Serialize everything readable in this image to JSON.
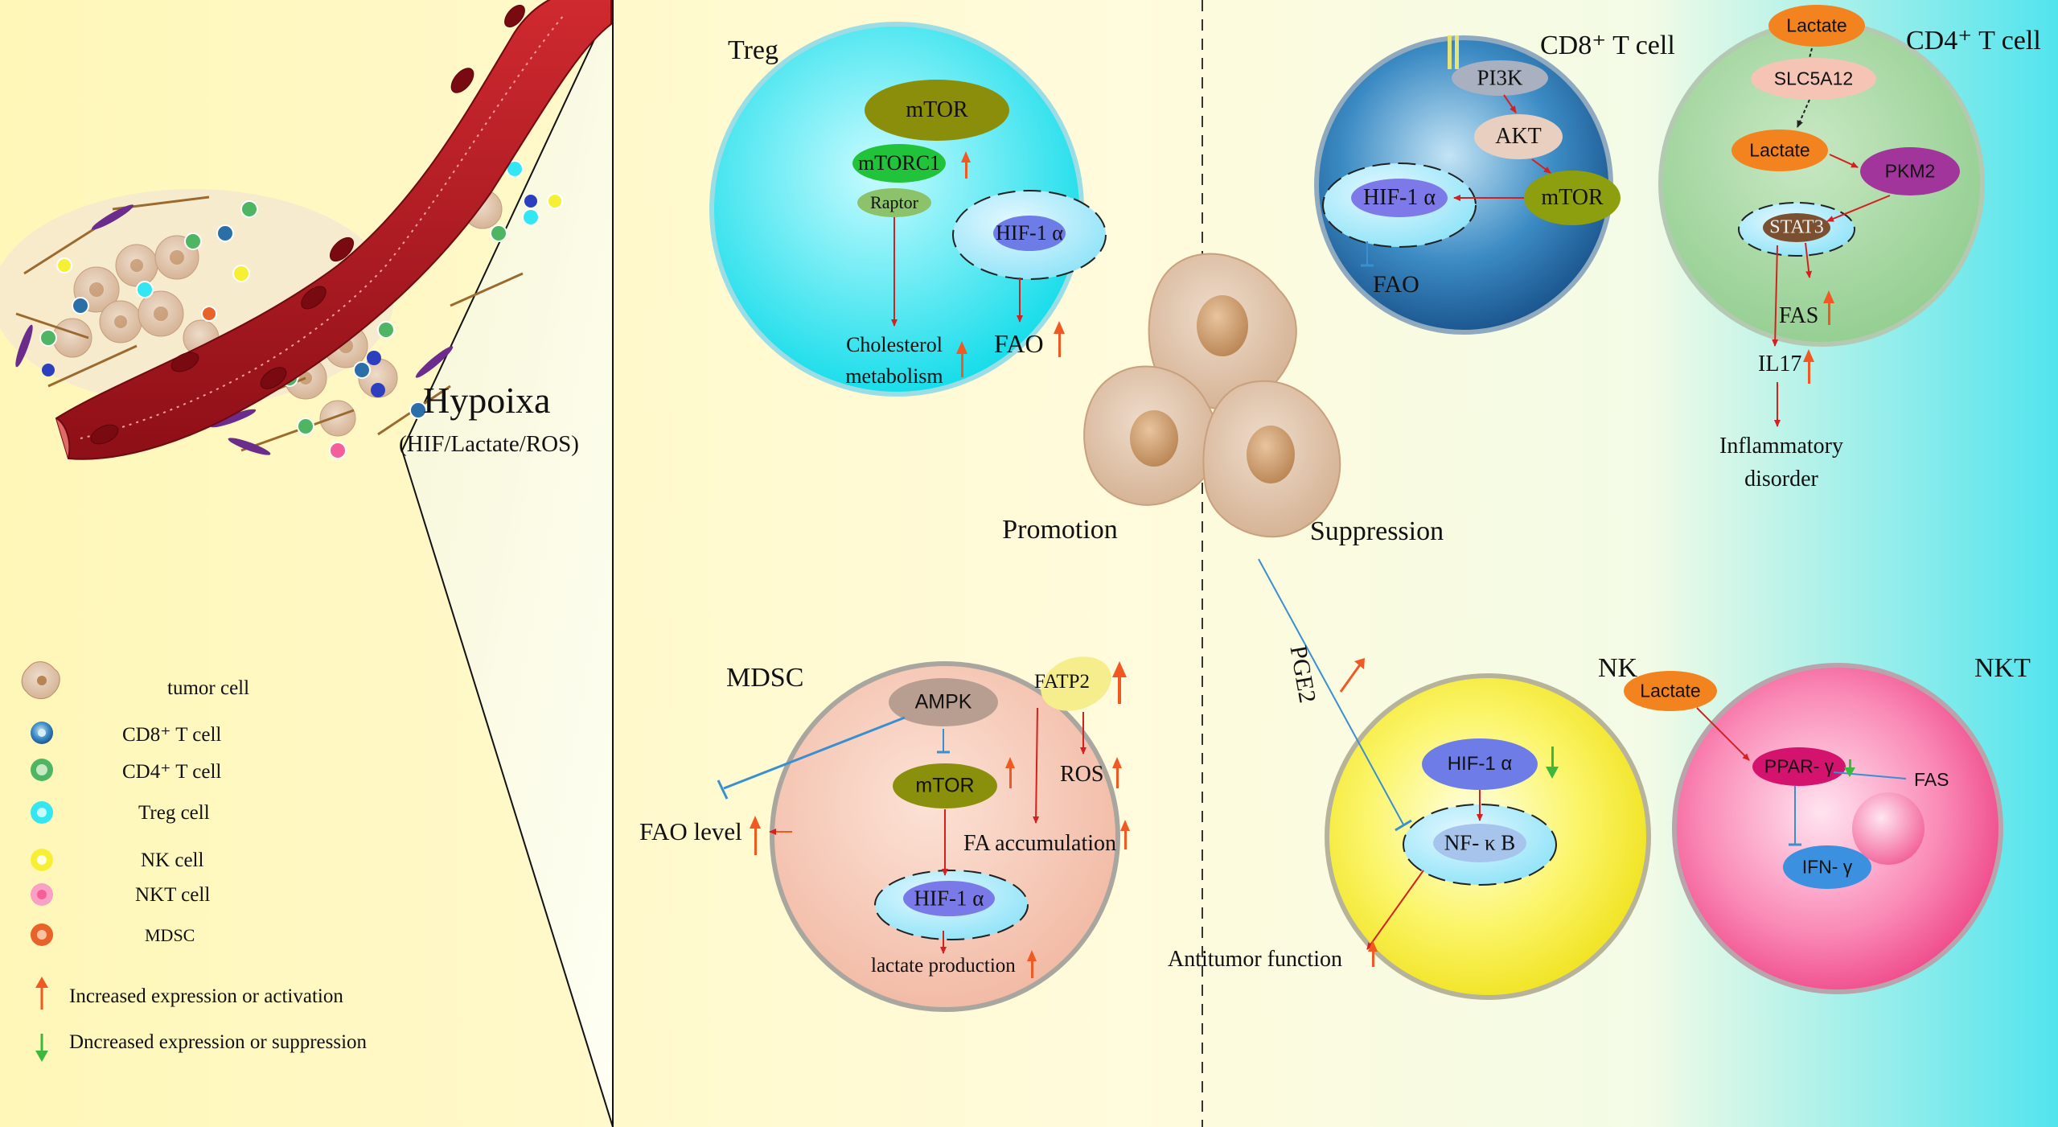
{
  "colors": {
    "yellow_bg": "#FFFBD0",
    "cyan_bg": "#5CE6EE",
    "vessel": "#B0161F",
    "tumor": "#DDBFA3",
    "treg": "#33E7F2",
    "cd8": "#2A6FA8",
    "cd4": "#A8D8A6",
    "nk": "#F7EF34",
    "nkt": "#F45F9A",
    "mdsc": "#F5C9B7",
    "orange_arrow": "#F05A22",
    "green_arrow": "#3DB83D",
    "red_line": "#D62020",
    "blue_line": "#3A8FD0"
  },
  "hypoxia": {
    "title": "Hypoixa",
    "subtitle": "(HIF/Lactate/ROS)"
  },
  "center": {
    "promotion": "Promotion",
    "suppression": "Suppression",
    "pge2": "PGE2"
  },
  "treg": {
    "title": "Treg",
    "mtor": "mTOR",
    "mtorc1": "mTORC1",
    "raptor": "Raptor",
    "hif": "HIF-1 α",
    "cholesterol": "Cholesterol",
    "metabolism": "metabolism",
    "fao": "FAO"
  },
  "cd8": {
    "title": "CD8⁺ T cell",
    "pi3k": "PI3K",
    "akt": "AKT",
    "mtor": "mTOR",
    "hif": "HIF-1 α",
    "fao": "FAO"
  },
  "cd4": {
    "title": "CD4⁺ T cell",
    "lactate_out": "Lactate",
    "slc": "SLC5A12",
    "lactate_in": "Lactate",
    "pkm2": "PKM2",
    "stat3": "STAT3",
    "fas": "FAS",
    "il17": "IL17",
    "inflammatory1": "Inflammatory",
    "inflammatory2": "disorder"
  },
  "mdsc": {
    "title": "MDSC",
    "ampk": "AMPK",
    "fatp2": "FATP2",
    "mtor": "mTOR",
    "ros": "ROS",
    "fa_accum": "FA accumulation",
    "hif": "HIF-1 α",
    "lactate_prod": "lactate production",
    "fao_level": "FAO level"
  },
  "nk": {
    "title": "NK",
    "hif": "HIF-1 α",
    "nfkb": "NF- κ B",
    "antitumor": "Antitumor function"
  },
  "nkt": {
    "title": "NKT",
    "lactate": "Lactate",
    "ppar": "PPAR- γ",
    "fas": "FAS",
    "ifn": "IFN- γ"
  },
  "legend": [
    {
      "icon": "tumor-cell-icon",
      "label": "tumor cell"
    },
    {
      "icon": "cd8-cell-icon",
      "label": "CD8⁺ T cell"
    },
    {
      "icon": "cd4-cell-icon",
      "label": "CD4⁺ T cell"
    },
    {
      "icon": "treg-cell-icon",
      "label": "Treg cell"
    },
    {
      "icon": "nk-cell-icon",
      "label": "NK cell"
    },
    {
      "icon": "nkt-cell-icon",
      "label": "NKT cell"
    },
    {
      "icon": "mdsc-cell-icon",
      "label": "MDSC"
    },
    {
      "icon": "up-arrow-icon",
      "label": "Increased expression or  activation"
    },
    {
      "icon": "down-arrow-icon",
      "label": "Dncreased expression or  suppression"
    }
  ]
}
